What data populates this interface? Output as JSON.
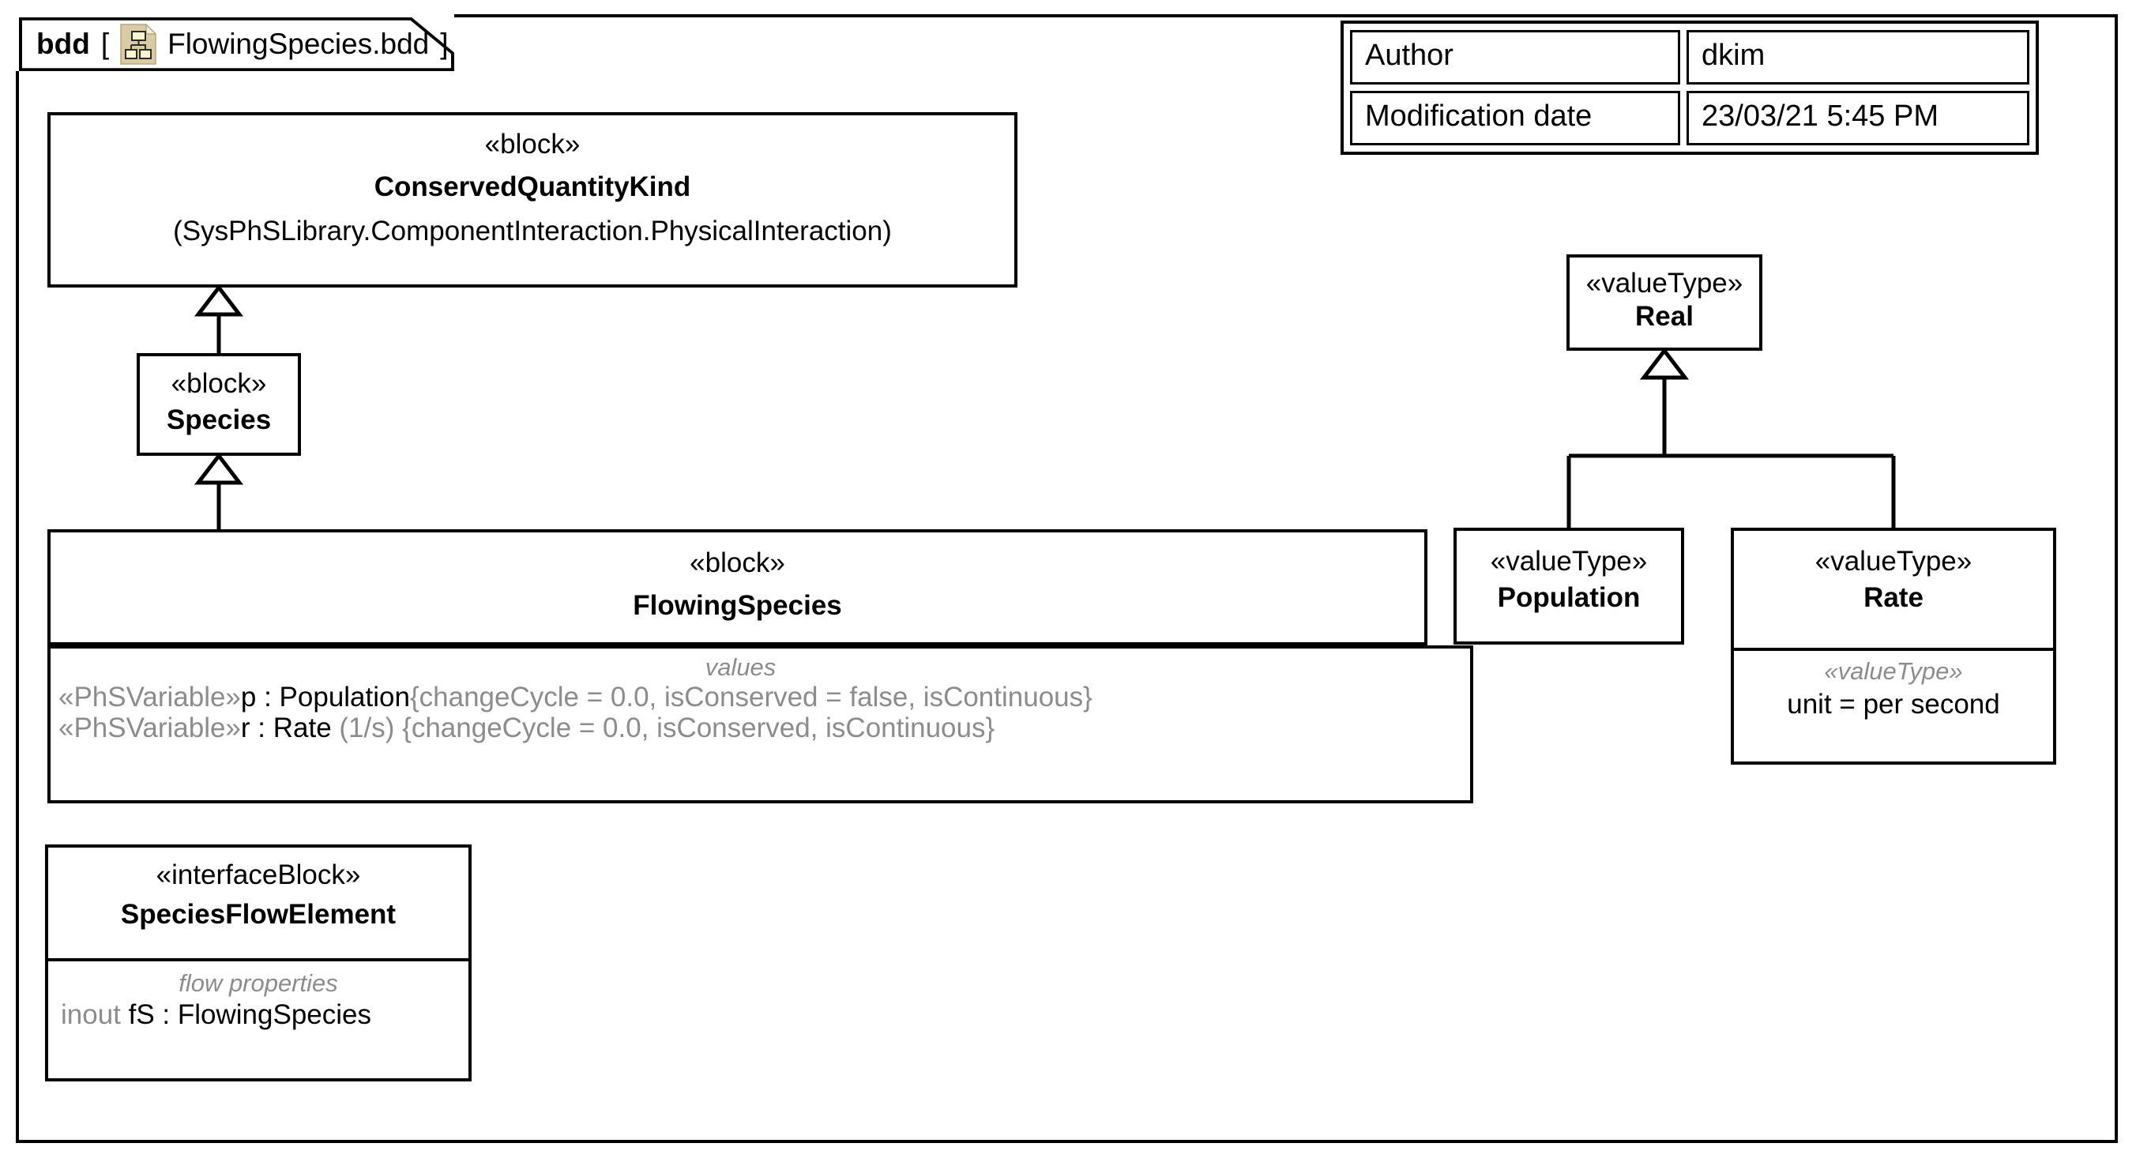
{
  "header": {
    "kind": "bdd",
    "bracket_open": "[",
    "bracket_close": "]",
    "diagram_name": "FlowingSpecies.bdd",
    "icon": "bdd-document-icon"
  },
  "metadata": {
    "rows": [
      {
        "key": "Author",
        "value": "dkim"
      },
      {
        "key": "Modification date",
        "value": "23/03/21 5:45 PM"
      }
    ]
  },
  "blocks": {
    "conserved_quantity_kind": {
      "stereotype": "«block»",
      "name": "ConservedQuantityKind",
      "qualified_name": "(SysPhSLibrary.ComponentInteraction.PhysicalInteraction)"
    },
    "species": {
      "stereotype": "«block»",
      "name": "Species"
    },
    "flowing_species": {
      "stereotype": "«block»",
      "name": "FlowingSpecies",
      "values_title": "values",
      "values": [
        {
          "stereotype": "«PhSVariable»",
          "declaration": "p : Population",
          "constraints": "{changeCycle = 0.0, isConserved = false, isContinuous}",
          "unit": ""
        },
        {
          "stereotype": "«PhSVariable»",
          "declaration": "r : Rate",
          "unit": "(1/s)",
          "constraints": "{changeCycle = 0.0, isConserved, isContinuous}"
        }
      ]
    },
    "species_flow_element": {
      "stereotype": "«interfaceBlock»",
      "name": "SpeciesFlowElement",
      "flow_title": "flow properties",
      "flow_properties": [
        {
          "direction": "inout",
          "declaration": "fS : FlowingSpecies"
        }
      ]
    },
    "real": {
      "stereotype": "«valueType»",
      "name": "Real"
    },
    "population": {
      "stereotype": "«valueType»",
      "name": "Population"
    },
    "rate": {
      "stereotype": "«valueType»",
      "name": "Rate",
      "compartment_title": "«valueType»",
      "properties": [
        {
          "text": "unit = per second"
        }
      ]
    }
  },
  "relationships": [
    {
      "type": "generalization",
      "from": "Species",
      "to": "ConservedQuantityKind"
    },
    {
      "type": "generalization",
      "from": "FlowingSpecies",
      "to": "Species"
    },
    {
      "type": "generalization",
      "from": "Population",
      "to": "Real"
    },
    {
      "type": "generalization",
      "from": "Rate",
      "to": "Real"
    }
  ],
  "colors": {
    "line": "#000000",
    "background": "#ffffff",
    "muted_text": "#8c8c8c",
    "icon_paper": "#d9cba4",
    "icon_node": "#fbf6cf",
    "icon_border": "#2b2b2b"
  }
}
